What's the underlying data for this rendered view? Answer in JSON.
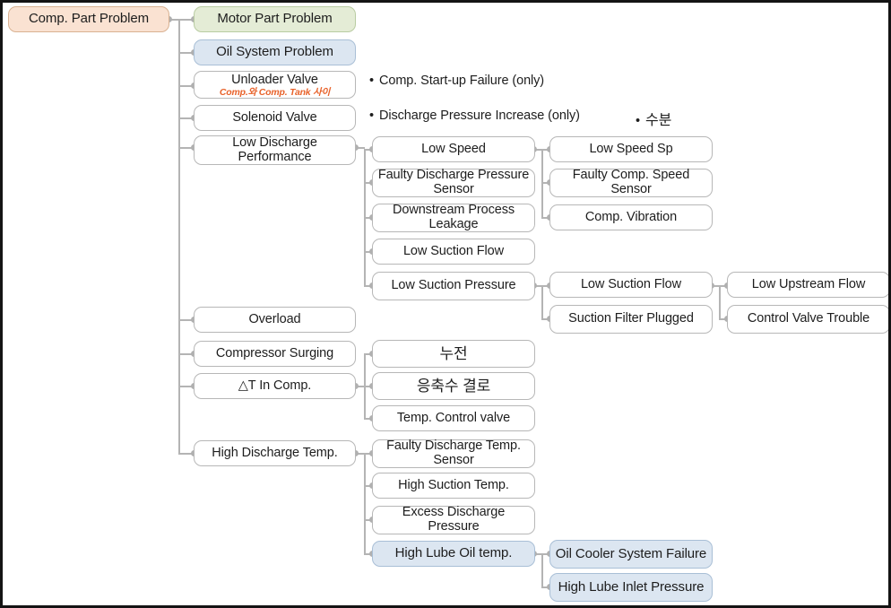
{
  "diagram": {
    "title": "Compressor Part Problem Fault Tree",
    "root": {
      "label": "Comp. Part Problem",
      "color": "#fae2d2"
    },
    "level2": [
      {
        "label": "Motor Part Problem",
        "color": "#e4ecd6"
      },
      {
        "label": "Oil System Problem",
        "color": "#dce6f1"
      },
      {
        "label": "Unloader Valve",
        "sublabel": "Comp.와 Comp.  Tank 사이",
        "color": "#ffffff"
      },
      {
        "label": "Solenoid Valve",
        "color": "#ffffff"
      },
      {
        "label": "Low Discharge Performance",
        "color": "#ffffff"
      },
      {
        "label": "Overload",
        "color": "#ffffff"
      },
      {
        "label": "Compressor Surging",
        "color": "#ffffff"
      },
      {
        "label": "△T In Comp.",
        "color": "#ffffff"
      },
      {
        "label": "High Discharge Temp.",
        "color": "#ffffff"
      }
    ],
    "low_discharge_children": [
      {
        "label": "Low Speed"
      },
      {
        "label": "Faulty Discharge Pressure Sensor"
      },
      {
        "label": "Downstream Process Leakage"
      },
      {
        "label": "Low Suction Flow"
      },
      {
        "label": "Low Suction Pressure"
      }
    ],
    "low_speed_children": [
      {
        "label": "Low Speed Sp"
      },
      {
        "label": "Faulty Comp. Speed Sensor"
      },
      {
        "label": "Comp. Vibration"
      }
    ],
    "low_suction_pressure_children": [
      {
        "label": "Low Suction Flow"
      },
      {
        "label": "Suction Filter Plugged"
      }
    ],
    "low_suction_flow_children": [
      {
        "label": "Low Upstream Flow"
      },
      {
        "label": "Control Valve Trouble"
      }
    ],
    "delta_t_children": [
      {
        "label": "누전"
      },
      {
        "label": "응축수 결로"
      },
      {
        "label": "Temp. Control valve"
      }
    ],
    "high_discharge_temp_children": [
      {
        "label": "Faulty Discharge Temp. Sensor",
        "color": "#ffffff"
      },
      {
        "label": "High Suction Temp.",
        "color": "#ffffff"
      },
      {
        "label": "Excess Discharge Pressure",
        "color": "#ffffff"
      },
      {
        "label": "High Lube Oil temp.",
        "color": "#dce6f1"
      }
    ],
    "high_lube_oil_children": [
      {
        "label": "Oil Cooler System Failure",
        "color": "#dce6f1"
      },
      {
        "label": "High Lube Inlet Pressure",
        "color": "#dce6f1"
      }
    ],
    "notes": [
      {
        "bullet": "•",
        "text": "Comp. Start-up Failure (only)"
      },
      {
        "bullet": "•",
        "text": "Discharge Pressure Increase (only)"
      },
      {
        "bullet": "•",
        "text": "수분"
      }
    ]
  }
}
